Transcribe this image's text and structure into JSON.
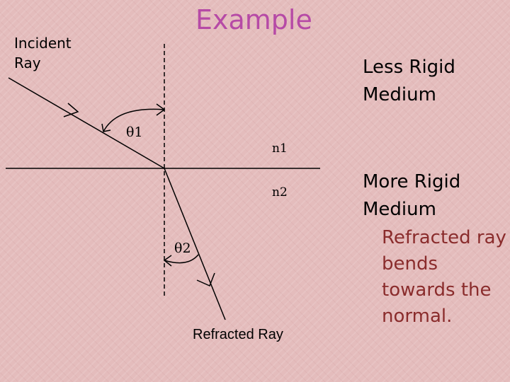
{
  "title": "Example",
  "labels": {
    "incident_ray": "Incident Ray",
    "refracted_ray": "Refracted Ray",
    "theta1": "θ1",
    "theta2": "θ2",
    "n1": "n1",
    "n2": "n2"
  },
  "media": {
    "less_rigid": "Less Rigid Medium",
    "more_rigid": "More Rigid Medium"
  },
  "note": "Refracted ray bends towards the normal."
}
